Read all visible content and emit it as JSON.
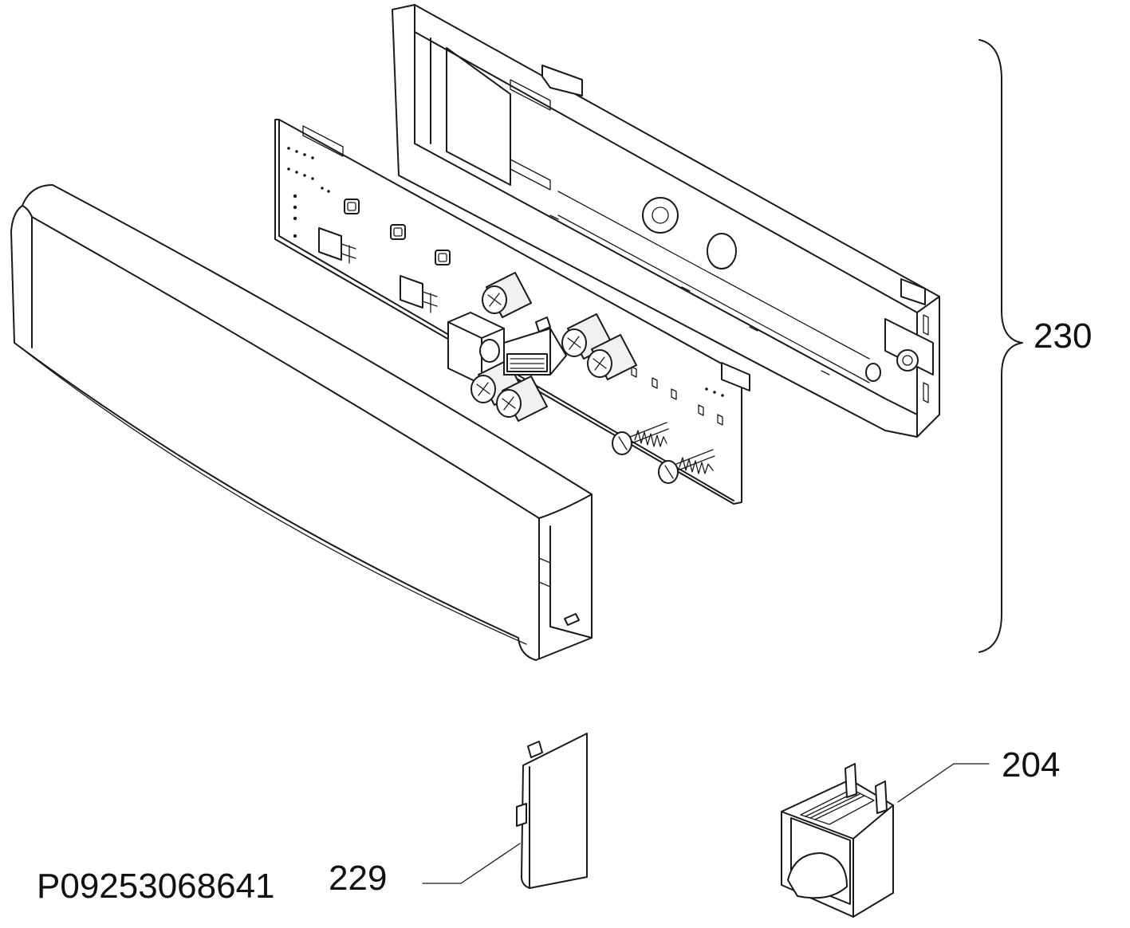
{
  "document_code": "P09253068641",
  "callouts": [
    {
      "id": "230"
    },
    {
      "id": "204"
    },
    {
      "id": "229"
    }
  ],
  "colors": {
    "line": "#1a1a1a",
    "background": "#ffffff",
    "shade": "#f1f1f1"
  }
}
